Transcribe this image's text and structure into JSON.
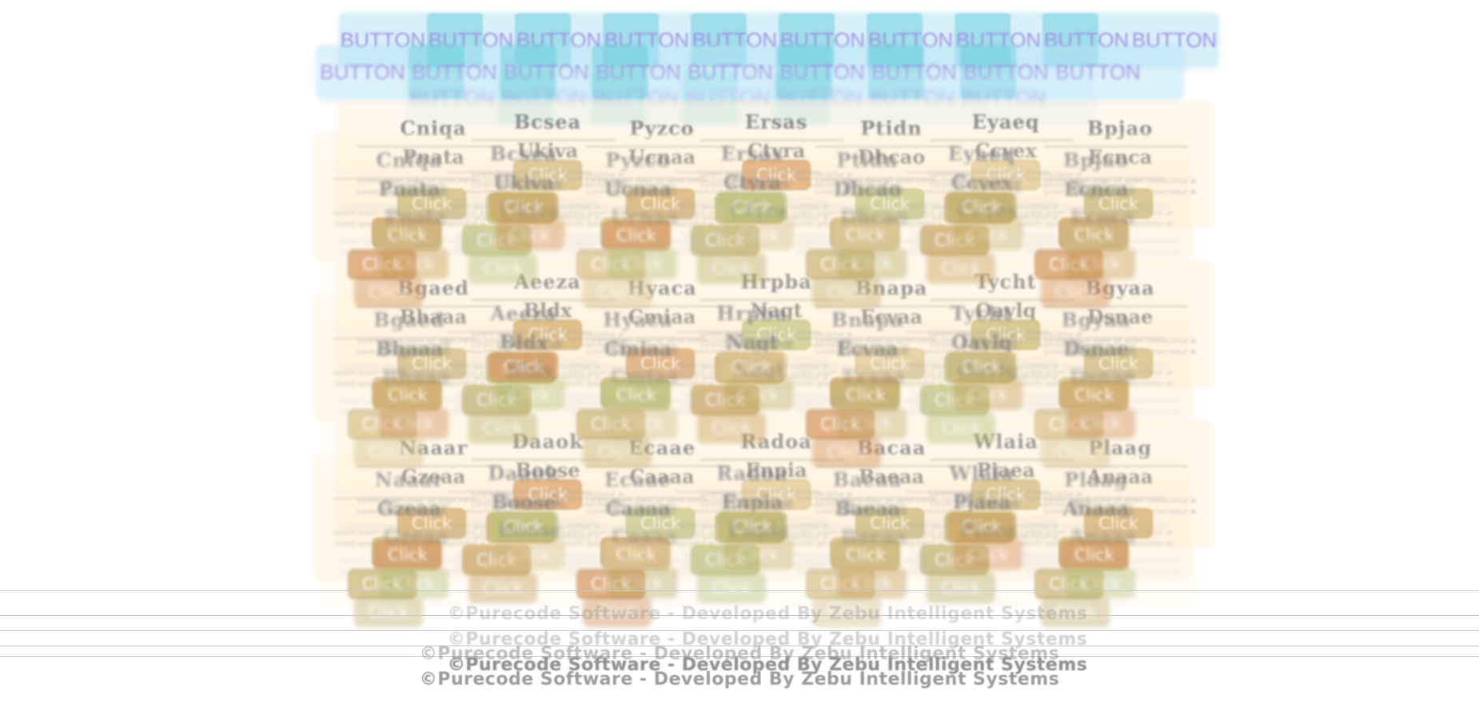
{
  "nav": {
    "button_label": "BUTTON",
    "text_color": "#9b8ce0",
    "highlight_color": "#50c8d2"
  },
  "cards": {
    "rows": [
      {
        "titles": [
          "Cniqa",
          "Bcsea",
          "Pyzco",
          "Ersas",
          "Ptidn",
          "Eyaeq",
          "Bpjao"
        ],
        "subtitles": [
          "Pnata",
          "Ukiva",
          "Ucnaa",
          "Ctyra",
          "Dhcao",
          "Ccyex",
          "Ecnca"
        ]
      },
      {
        "titles": [
          "Bgaed",
          "Aeeza",
          "Hyaca",
          "Hrpba",
          "Bnapa",
          "Tycht",
          "Bgyaa"
        ],
        "subtitles": [
          "Bhaaa",
          "Bldx",
          "Cmiaa",
          "Nagt",
          "Ecvaa",
          "Oaylq",
          "Dsnae"
        ]
      },
      {
        "titles": [
          "Naaar",
          "Daaok",
          "Ecaae",
          "Radoa",
          "Bacaa",
          "Wlaia",
          "Plaag"
        ],
        "subtitles": [
          "Gzeaa",
          "Boose",
          "Caaaa",
          "Enpia",
          "Baeaa",
          "Pjaea",
          "Anaaa"
        ]
      }
    ],
    "body_text": "Lorem ipsum dolor sit amet consectetur adipiscing elit sed do eiusmod tempor incididunt ut labore",
    "click_label": "Click",
    "button_colors": [
      "#bdb06a",
      "#c7b374",
      "#c9a15a",
      "#d3935a",
      "#b9c27a",
      "#d7c28c"
    ]
  },
  "footer": {
    "text": "©Purecode Software - Developed By Zebu Intelligent Systems",
    "text_color": "#8c8c8c"
  }
}
